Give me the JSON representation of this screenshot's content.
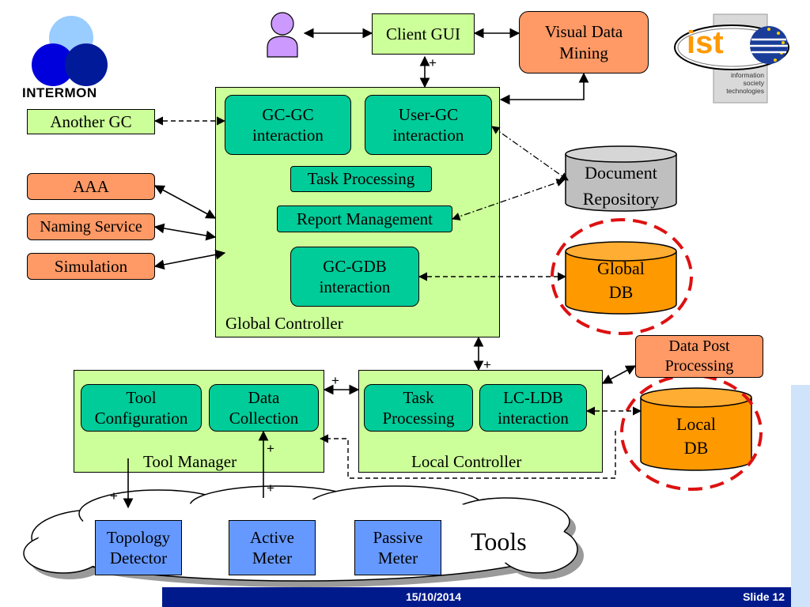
{
  "logos": {
    "intermon": "INTERMON",
    "ist": "ist",
    "ist_sub": [
      "information",
      "society",
      "technologies"
    ]
  },
  "nodes": {
    "client_gui": "Client GUI",
    "visual_data_mining": [
      "Visual Data",
      "Mining"
    ],
    "another_gc": "Another GC",
    "aaa": "AAA",
    "naming_service": "Naming Service",
    "simulation": "Simulation",
    "global_controller": "Global Controller",
    "gc_gc": [
      "GC-GC",
      "interaction"
    ],
    "user_gc": [
      "User-GC",
      "interaction"
    ],
    "task_processing_gc": "Task Processing",
    "report_management": "Report Management",
    "gc_gdb": [
      "GC-GDB",
      "interaction"
    ],
    "document_repository": [
      "Document",
      "Repository"
    ],
    "global_db": [
      "Global",
      "DB"
    ],
    "data_post_processing": [
      "Data Post",
      "Processing"
    ],
    "tool_manager": "Tool Manager",
    "tool_configuration": [
      "Tool",
      "Configuration"
    ],
    "data_collection": [
      "Data",
      "Collection"
    ],
    "local_controller": "Local Controller",
    "task_processing_lc": [
      "Task",
      "Processing"
    ],
    "lc_ldb": [
      "LC-LDB",
      "interaction"
    ],
    "local_db": [
      "Local",
      "DB"
    ],
    "tools": "Tools",
    "topology_detector": [
      "Topology",
      "Detector"
    ],
    "active_meter": [
      "Active",
      "Meter"
    ],
    "passive_meter": [
      "Passive",
      "Meter"
    ]
  },
  "plus": "+",
  "footer": {
    "date": "15/10/2014",
    "slide": "Slide 12"
  },
  "colors": {
    "green": "#ccff99",
    "teal": "#00cc99",
    "orange": "#ff9966",
    "blue": "#6699ff",
    "gray": "#bfbfbf",
    "db_orange": "#ff9900",
    "footer": "#001a8c",
    "dash_red": "#dd1111"
  }
}
